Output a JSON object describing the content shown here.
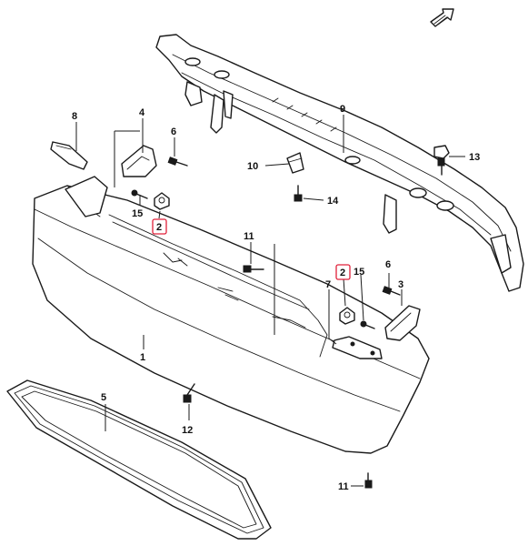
{
  "diagram": {
    "callouts": {
      "c1": "1",
      "c2a": "2",
      "c2b": "2",
      "c3": "3",
      "c4": "4",
      "c5": "5",
      "c6a": "6",
      "c6b": "6",
      "c7": "7",
      "c8": "8",
      "c9": "9",
      "c10": "10",
      "c11a": "11",
      "c11b": "11",
      "c12": "12",
      "c13": "13",
      "c14": "14",
      "c15a": "15",
      "c15b": "15"
    },
    "highlight_color": "#e0203a",
    "icons": {
      "front_indicator": "arrow-icon"
    }
  }
}
